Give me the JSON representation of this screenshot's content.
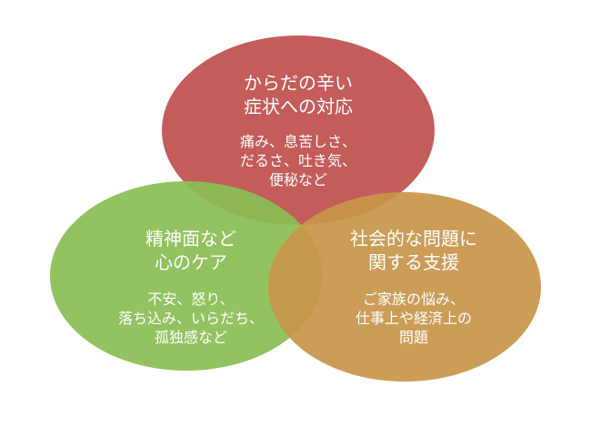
{
  "circles": [
    {
      "id": "physical",
      "color": "#c0504d",
      "title_lines": [
        "からだの辛い",
        "症状への対応"
      ],
      "body_lines": [
        "痛み、息苦しさ、",
        "だるさ、吐き気、",
        "便秘など"
      ]
    },
    {
      "id": "mental",
      "color": "#8bbd55",
      "title_lines": [
        "精神面など",
        "心のケア"
      ],
      "body_lines": [
        "不安、怒り、",
        "落ち込み、いらだち、",
        "孤独感など"
      ]
    },
    {
      "id": "social",
      "color": "#c8964a",
      "title_lines": [
        "社会的な問題に",
        "関する支援"
      ],
      "body_lines": [
        "ご家族の悩み、",
        "仕事上や経済上の",
        "問題"
      ]
    }
  ]
}
